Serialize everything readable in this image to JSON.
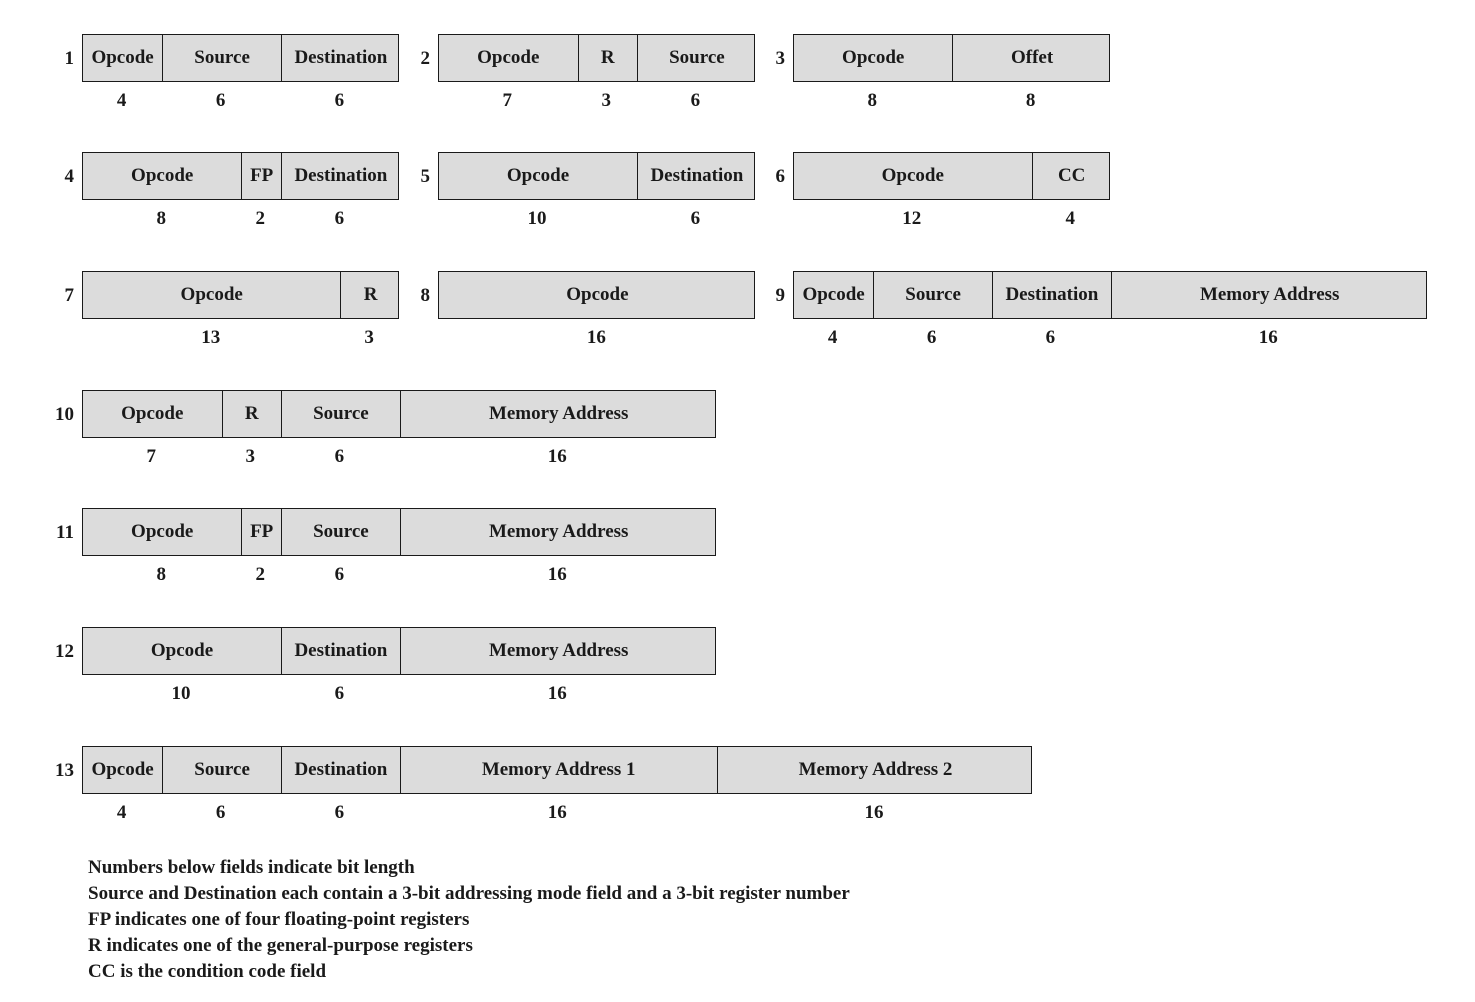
{
  "formats": [
    {
      "number": "1",
      "fields": [
        {
          "name": "Opcode",
          "bits": "4",
          "w": 4
        },
        {
          "name": "Source",
          "bits": "6",
          "w": 6
        },
        {
          "name": "Destination",
          "bits": "6",
          "w": 6
        }
      ]
    },
    {
      "number": "2",
      "fields": [
        {
          "name": "Opcode",
          "bits": "7",
          "w": 7
        },
        {
          "name": "R",
          "bits": "3",
          "w": 3
        },
        {
          "name": "Source",
          "bits": "6",
          "w": 6
        }
      ]
    },
    {
      "number": "3",
      "fields": [
        {
          "name": "Opcode",
          "bits": "8",
          "w": 8
        },
        {
          "name": "Offet",
          "bits": "8",
          "w": 8
        }
      ]
    },
    {
      "number": "4",
      "fields": [
        {
          "name": "Opcode",
          "bits": "8",
          "w": 8
        },
        {
          "name": "FP",
          "bits": "2",
          "w": 2
        },
        {
          "name": "Destination",
          "bits": "6",
          "w": 6
        }
      ]
    },
    {
      "number": "5",
      "fields": [
        {
          "name": "Opcode",
          "bits": "10",
          "w": 10
        },
        {
          "name": "Destination",
          "bits": "6",
          "w": 6
        }
      ]
    },
    {
      "number": "6",
      "fields": [
        {
          "name": "Opcode",
          "bits": "12",
          "w": 12
        },
        {
          "name": "CC",
          "bits": "4",
          "w": 4
        }
      ]
    },
    {
      "number": "7",
      "fields": [
        {
          "name": "Opcode",
          "bits": "13",
          "w": 13
        },
        {
          "name": "R",
          "bits": "3",
          "w": 3
        }
      ]
    },
    {
      "number": "8",
      "fields": [
        {
          "name": "Opcode",
          "bits": "16",
          "w": 16
        }
      ]
    },
    {
      "number": "9",
      "fields": [
        {
          "name": "Opcode",
          "bits": "4",
          "w": 4
        },
        {
          "name": "Source",
          "bits": "6",
          "w": 6
        },
        {
          "name": "Destination",
          "bits": "6",
          "w": 6
        },
        {
          "name": "Memory Address",
          "bits": "16",
          "w": 16
        }
      ]
    },
    {
      "number": "10",
      "fields": [
        {
          "name": "Opcode",
          "bits": "7",
          "w": 7
        },
        {
          "name": "R",
          "bits": "3",
          "w": 3
        },
        {
          "name": "Source",
          "bits": "6",
          "w": 6
        },
        {
          "name": "Memory Address",
          "bits": "16",
          "w": 16
        }
      ]
    },
    {
      "number": "11",
      "fields": [
        {
          "name": "Opcode",
          "bits": "8",
          "w": 8
        },
        {
          "name": "FP",
          "bits": "2",
          "w": 2
        },
        {
          "name": "Source",
          "bits": "6",
          "w": 6
        },
        {
          "name": "Memory Address",
          "bits": "16",
          "w": 16
        }
      ]
    },
    {
      "number": "12",
      "fields": [
        {
          "name": "Opcode",
          "bits": "10",
          "w": 10
        },
        {
          "name": "Destination",
          "bits": "6",
          "w": 6
        },
        {
          "name": "Memory Address",
          "bits": "16",
          "w": 16
        }
      ]
    },
    {
      "number": "13",
      "fields": [
        {
          "name": "Opcode",
          "bits": "4",
          "w": 4
        },
        {
          "name": "Source",
          "bits": "6",
          "w": 6
        },
        {
          "name": "Destination",
          "bits": "6",
          "w": 6
        },
        {
          "name": "Memory Address 1",
          "bits": "16",
          "w": 16
        },
        {
          "name": "Memory Address 2",
          "bits": "16",
          "w": 16
        }
      ]
    }
  ],
  "notes": [
    "Numbers below fields indicate bit length",
    "Source and Destination each contain a 3-bit addressing mode field and a 3-bit register number",
    "FP indicates one of four floating-point registers",
    "R indicates one of the general-purpose registers",
    "CC is the condition code field"
  ]
}
